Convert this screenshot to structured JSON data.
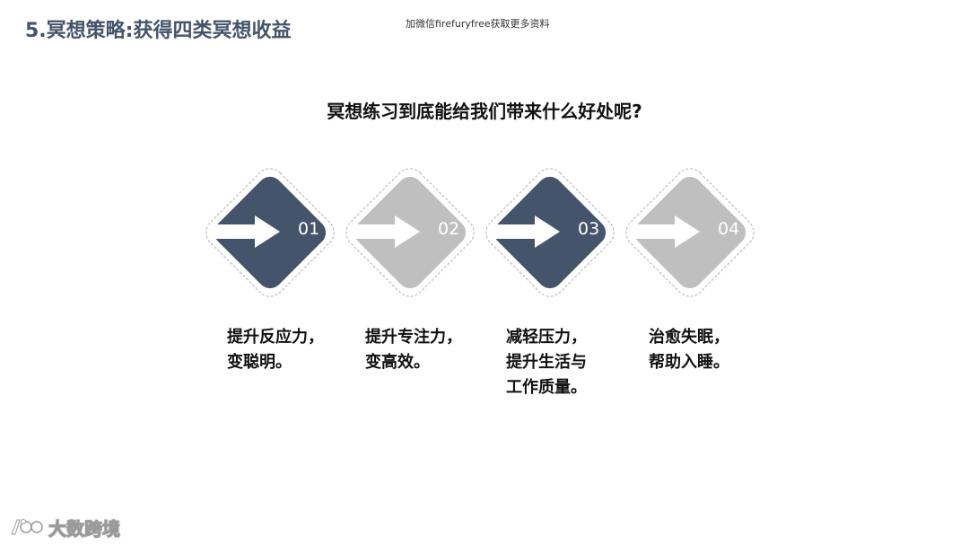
{
  "slide": {
    "title": "5.冥想策略:获得四类冥想收益",
    "watermark": "加微信firefuryfree获取更多资料",
    "question": "冥想练习到底能给我们带来什么好处呢?"
  },
  "steps": [
    {
      "number": "01",
      "color": "#44546a",
      "lines": [
        "提升反应力，",
        "变聪明。"
      ]
    },
    {
      "number": "02",
      "color": "#bfbfbf",
      "lines": [
        "提升专注力，",
        "变高效。"
      ]
    },
    {
      "number": "03",
      "color": "#44546a",
      "lines": [
        "减轻压力，",
        "提升生活与",
        "工作质量。"
      ]
    },
    {
      "number": "04",
      "color": "#bfbfbf",
      "lines": [
        "治愈失眠，",
        "帮助入睡。"
      ]
    }
  ],
  "footer": {
    "logo_text": "大数跨境",
    "logo_icon": "brand-logo-icon"
  }
}
